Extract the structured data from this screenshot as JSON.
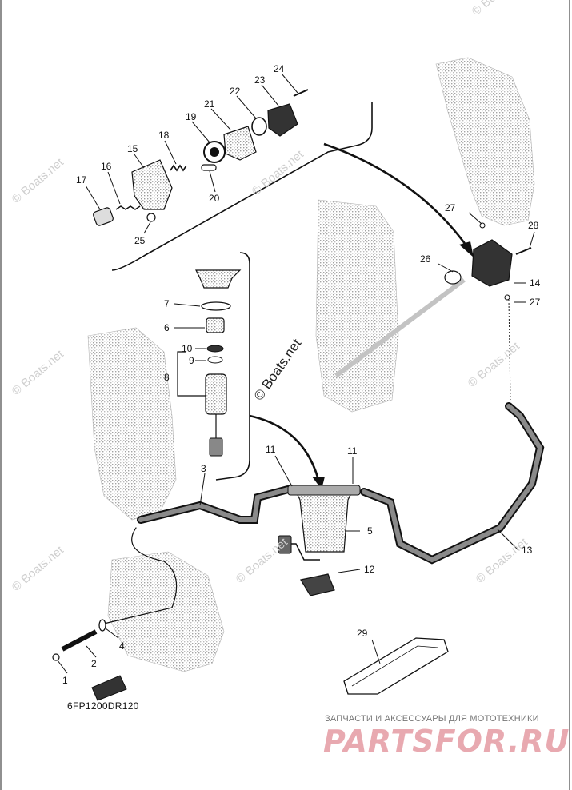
{
  "drawing_code": "6FP1200DR120",
  "watermark_text": "© Boats.net",
  "store": {
    "tagline": "ЗАПЧАСТИ И АКСЕССУАРЫ ДЛЯ МОТОТЕХНИКИ",
    "brand": "PARTSFOR.RU"
  },
  "callouts": {
    "c1": "1",
    "c2": "2",
    "c3": "3",
    "c4": "4",
    "c5": "5",
    "c6": "6",
    "c7": "7",
    "c8": "8",
    "c9": "9",
    "c10": "10",
    "c11a": "11",
    "c11b": "11",
    "c12": "12",
    "c13": "13",
    "c14": "14",
    "c15": "15",
    "c16": "16",
    "c17": "17",
    "c18": "18",
    "c19": "19",
    "c20": "20",
    "c21": "21",
    "c22": "22",
    "c23": "23",
    "c24": "24",
    "c25": "25",
    "c26": "26",
    "c27a": "27",
    "c27b": "27",
    "c28": "28",
    "c29": "29"
  }
}
